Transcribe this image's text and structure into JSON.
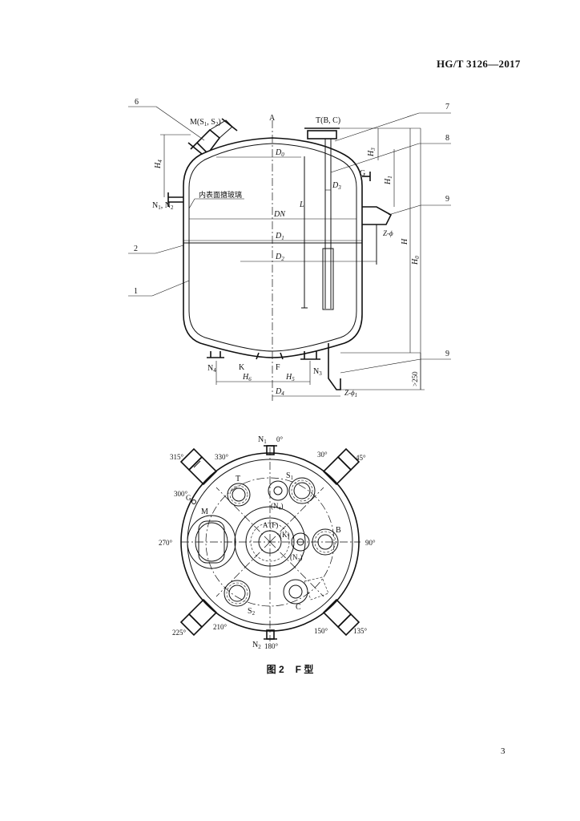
{
  "header": {
    "standard_code": "HG/T 3126—2017"
  },
  "elevation": {
    "callouts": {
      "c6": "6",
      "c7": "7",
      "c8": "8",
      "c9a": "9",
      "c9b": "9",
      "c2": "2",
      "c1": "1"
    },
    "labels": {
      "M": "M(S",
      "M_s1": "1",
      "M_mid": ", S",
      "M_s2": "2",
      "M_end": ")",
      "A": "A",
      "T": "T(B, C)",
      "G": "G",
      "N1N2": "N",
      "N1N2_s1": "1",
      "N1N2_mid": ", N",
      "N1N2_s2": "2",
      "glass": "内表面搪玻璃",
      "N4": "N",
      "N4_s": "4",
      "K": "K",
      "F": "F",
      "N3": "N",
      "N3_s": "3",
      "Z1": "Z-ϕ",
      "Z2": "Z-ϕ",
      "Z2_s": "1"
    },
    "dims": {
      "D0": "D",
      "D0_s": "0",
      "D3": "D",
      "D3_s": "3",
      "DN": "DN",
      "D1": "D",
      "D1_s": "1",
      "D2": "D",
      "D2_s": "2",
      "L": "L",
      "H3": "H",
      "H3_s": "3",
      "H1": "H",
      "H1_s": "1",
      "H": "H",
      "H0": "H",
      "H0_s": "0",
      "H4": "H",
      "H4_s": "4",
      "H6": "H",
      "H6_s": "6",
      "H5": "H",
      "H5_s": "5",
      "D4": "D",
      "D4_s": "4",
      "gt250": ">250"
    }
  },
  "plan": {
    "angles": {
      "a0": "0°",
      "a30": "30°",
      "a45": "45°",
      "a90": "90°",
      "a135": "135°",
      "a150": "150°",
      "a180": "180°",
      "a210": "210°",
      "a225": "225°",
      "a270": "270°",
      "a300": "300°",
      "a315": "315°",
      "a330": "330°"
    },
    "labels": {
      "N1": "N",
      "N1_s": "1",
      "N2": "N",
      "N2_s": "2",
      "T": "T",
      "S1": "S",
      "S1_s": "1",
      "N4": "(N",
      "N4_s": "4",
      "N4_e": ")",
      "G": "G",
      "M": "M",
      "AF": "A (F)",
      "K": "(K)",
      "B": "B",
      "N3": "(N",
      "N3_s": "3",
      "N3_e": ")",
      "S2": "S",
      "S2_s": "2",
      "C": "C"
    }
  },
  "figure": {
    "number": "图 2",
    "type": "F 型"
  },
  "page": {
    "number": "3"
  }
}
